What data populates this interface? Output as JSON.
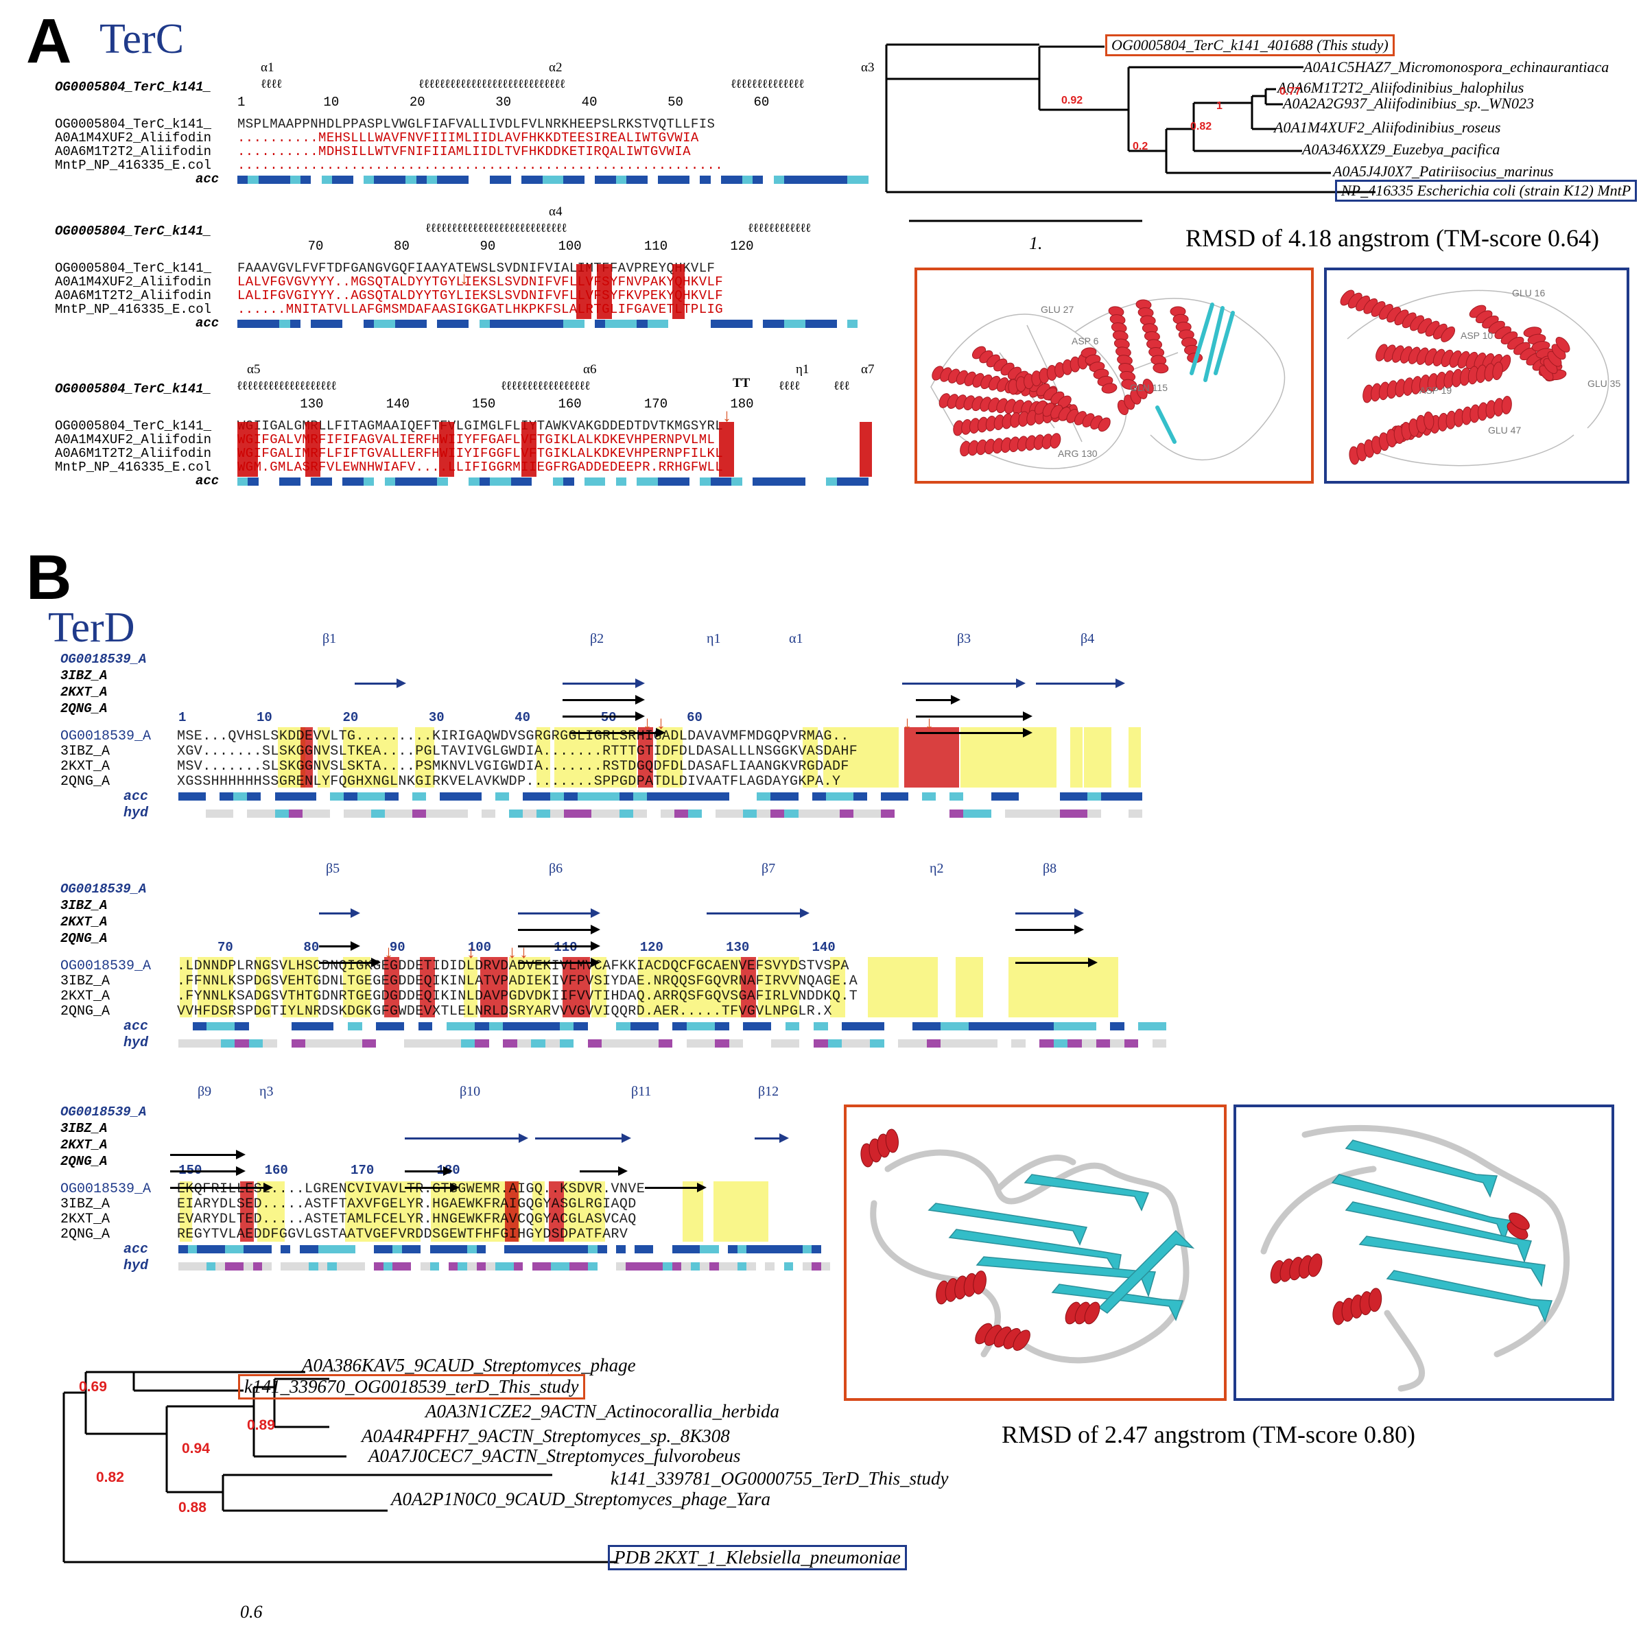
{
  "panelA": {
    "letter": "A",
    "title": "TerC",
    "alignment": {
      "ss_label": "OG0005804_TerC_k141_",
      "acc_label": "acc",
      "blocks": [
        {
          "helices": [
            "α1",
            "α2",
            "α3"
          ],
          "ruler": "1          10         20         30         40         50         60",
          "rows": [
            {
              "name": "OG0005804_TerC_k141_",
              "seq": "MSPLMAAPPNHDLPPASPLVWGLFIAFVALLIVDLFVLNRKHEEPSLRKSTVQTLLFIS"
            },
            {
              "name": "A0A1M4XUF2_Aliifodin",
              "seq": "..........MEHSLLLWAVFNVFIIIMLIIDLAVFHKKDTEESIREALIWTGVWIA"
            },
            {
              "name": "A0A6M1T2T2_Aliifodin",
              "seq": "..........MDHSILLWTVFNIFIIAMLIIDLTVFHKDDKETIRQALIWTGVWIA"
            },
            {
              "name": "MntP_NP_416335_E.col",
              "seq": "............................................................"
            }
          ]
        },
        {
          "helices": [
            "α4"
          ],
          "ruler": "         70         80         90        100        110        120",
          "rows": [
            {
              "name": "OG0005804_TerC_k141_",
              "seq": "FAAAVGVLFVFTDFGANGVGQFIAAYATEWSLSVDNIFVIALIMTFFAVPREYQHKVLF"
            },
            {
              "name": "A0A1M4XUF2_Aliifodin",
              "seq": "LALVFGVGVYYY..MGSQTALDYYTGYLIEKSLSVDNIFVFLLVFSYFNVPAKYQHKVLF"
            },
            {
              "name": "A0A6M1T2T2_Aliifodin",
              "seq": "LALIFGVGIYYY..AGSQTALDYYTGYLIEKSLSVDNIFVFLLVFSYFKVPEKYQHKVLF"
            },
            {
              "name": "MntP_NP_416335_E.col",
              "seq": "......MNITATVLLAFGMSMDAFAASIGKGATLHKPKFSLALRTGLIFGAVETLTPLIG"
            }
          ]
        },
        {
          "helices": [
            "α5",
            "α6",
            "η1",
            "α7"
          ],
          "turn": "TT",
          "ruler": "        130        140        150        160        170        180",
          "rows": [
            {
              "name": "OG0005804_TerC_k141_",
              "seq": "WGIIGALGMRLLFITAGMAAIQEFTFVLGIMGLFLIYTAWKVAKGDDEDTDVTKMGSYRL"
            },
            {
              "name": "A0A1M4XUF2_Aliifodin",
              "seq": "WGIFGALVMRFIFIFAGVALIERFHWIIYFFGAFLVFTGIKLALKDKEVHPERNPVLML"
            },
            {
              "name": "A0A6M1T2T2_Aliifodin",
              "seq": "WGIFGALIMRFLFIFTGVALLERFHWIIYIFGGFLVFTGIKLALKDKEVHPERNPFILKL"
            },
            {
              "name": "MntP_NP_416335_E.col",
              "seq": "WGM.GMLASRFVLEWNHWIAFV....LLIFIGGRMIIEGFRGADDEDEEPR.RRHGFWLL"
            }
          ]
        }
      ]
    },
    "tree": {
      "leaves": [
        "OG0005804_TerC_k141_401688 (This study)",
        "A0A1C5HAZ7_Micromonospora_echinaurantiaca",
        "A0A6M1T2T2_Aliifodinibius_halophilus",
        "A0A2A2G937_Aliifodinibius_sp._WN023",
        "A0A1M4XUF2_Aliifodinibius_roseus",
        "A0A346XXZ9_Euzebya_pacifica",
        "A0A5J4J0X7_Patiriisocius_marinus",
        "NP_416335 Escherichia coli (strain K12) MntP"
      ],
      "bootstraps": [
        "0.92",
        "0.77",
        "1",
        "0.82",
        "0.2"
      ],
      "scale_label": "1."
    },
    "rmsd": "RMSD of 4.18 angstrom (TM-score 0.64)",
    "struct1_labels": [
      "GLU 27",
      "ASP 6",
      "GLN 115",
      "ARG 130"
    ],
    "struct2_labels": [
      "GLU 16",
      "ASP 10",
      "ASP 19",
      "GLU 35",
      "GLU 47"
    ]
  },
  "panelB": {
    "letter": "B",
    "title": "TerD",
    "alignment": {
      "ss_rows": [
        "OG0018539_A",
        "3IBZ_A",
        "2KXT_A",
        "2QNG_A"
      ],
      "acc_label": "acc",
      "hyd_label": "hyd",
      "blocks": [
        {
          "ss_labels": [
            "β1",
            "β2",
            "η1",
            "α1",
            "β3",
            "β4"
          ],
          "ruler": "1         10         20         30         40         50         60",
          "rows": [
            {
              "name": "OG0018539_A",
              "seq": "MSE...QVHSLSKDDEVVLTG.........KIRIGAQWDVSGRGRGGLIGRLSRHIGADLDAVAVMFMDGQPVRMAG.."
            },
            {
              "name": "3IBZ_A",
              "seq": "XGV.......SLSKGGNVSLTKEA....PGLTAVIVGLGWDIA.......RTTTGTIDFDLDASALLLNSGGKVASDAHF"
            },
            {
              "name": "2KXT_A",
              "seq": "MSV.......SLSKGGNVSLSKTA....PSMKNVLVGIGWDIA.......RSTDGQDFDLDASAFLIAANGKVRGDADF"
            },
            {
              "name": "2QNG_A",
              "seq": "XGSSHHHHHHSSGRENLYFQGHXNGLNKGIRKVELAVKWDP........SPPGDPATDLDIVAATFLAGDAYGKPA.Y"
            }
          ]
        },
        {
          "ss_labels": [
            "β5",
            "β6",
            "β7",
            "η2",
            "β8"
          ],
          "ruler": "     70         80         90        100        110        120        130        140",
          "rows": [
            {
              "name": "OG0018539_A",
              "seq": ".LDNNDPLRNGSVLHSCDNQIGKGEGDDETIDIDLDRVDADVEKIVLMVCAFKKIACDQCFGCAENVEFSVYDSTVSPA"
            },
            {
              "name": "3IBZ_A",
              "seq": ".FFNNLKSPDGSVEHTGDNLTGEGEGDDEQIKINLATVPADIEKIVFPVSIYDAE.NRQQSFGQVRNAFIRVVNQAGE.A"
            },
            {
              "name": "2KXT_A",
              "seq": ".FYNNLKSADGSVTHTGDNRTGEGDGDDEQIKINLDAVPGDVDKIIFVVTIHDAQ.ARRQSFGQVSGAFIRLVNDDKQ.T"
            },
            {
              "name": "2QNG_A",
              "seq": "VVHFDSRSPDGTIYLNRDSKDGKGFGWDEVXTLELNRLDSRYARVVVGVVIQQRD.AER.....TFVGVLNPGLR.X"
            }
          ]
        },
        {
          "ss_labels": [
            "β9",
            "η3",
            "β10",
            "β11",
            "β12"
          ],
          "ruler": "   150        160        170        180",
          "rows": [
            {
              "name": "OG0018539_A",
              "seq": "EKQFRILLESL....LGRENCVIVAVLTR.GTGGWEMR.AIGQ..KSDVR.VNVE"
            },
            {
              "name": "3IBZ_A",
              "seq": "EIARYDLSED.....ASTFTAXVFGELYR.HGAEWKFRAIGQGYASGLRGIAQD"
            },
            {
              "name": "2KXT_A",
              "seq": "EVARYDLTED.....ASTETAMLFCELYR.HNGEWKFRAVCQGYACGLASVCAQ"
            },
            {
              "name": "2QNG_A",
              "seq": "REGYTVLAEDDFGGVLGSTAATVGEFVRDDSGEWTFHFGIHGYDSDPATFARV"
            }
          ]
        }
      ]
    },
    "tree": {
      "leaves": [
        "A0A386KAV5_9CAUD_Streptomyces_phage",
        "k141_339670_OG0018539_terD_This_study",
        "A0A3N1CZE2_9ACTN_Actinocorallia_herbida",
        "A0A4R4PFH7_9ACTN_Streptomyces_sp._8K308",
        "A0A7J0CEC7_9ACTN_Streptomyces_fulvorobeus",
        "k141_339781_OG0000755_TerD_This_study",
        "A0A2P1N0C0_9CAUD_Streptomyces_phage_Yara",
        "PDB 2KXT_1_Klebsiella_pneumoniae"
      ],
      "bootstraps": [
        "0.69",
        "0.89",
        "0.94",
        "0.82",
        "0.88"
      ],
      "scale_label": "0.6"
    },
    "rmsd": "RMSD of 2.47 angstrom (TM-score 0.80)"
  },
  "colors": {
    "accent_red": "#d84a1a",
    "accent_blue": "#1f3a8a",
    "conserved_red": "#cc0000",
    "similar_yellow": "#f5ee2a",
    "acc_dark": "#1f4fa8",
    "acc_light": "#5cc5d6",
    "hyd_purple": "#a24aa8",
    "hyd_grey": "#dcdcdc"
  }
}
